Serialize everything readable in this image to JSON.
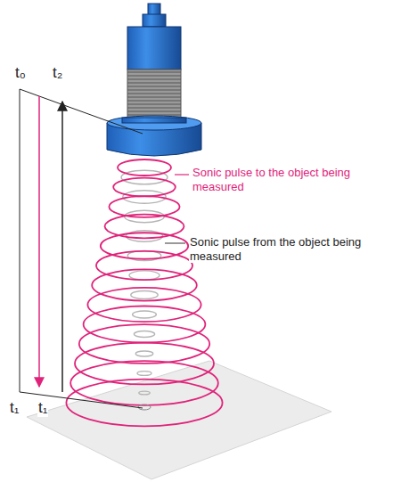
{
  "diagram": {
    "labels": [
      "t₀",
      "t₂",
      "Sonic pulse to the object being measured",
      "Sonic pulse from the object being measured",
      "t₁",
      "t₁"
    ]
  }
}
